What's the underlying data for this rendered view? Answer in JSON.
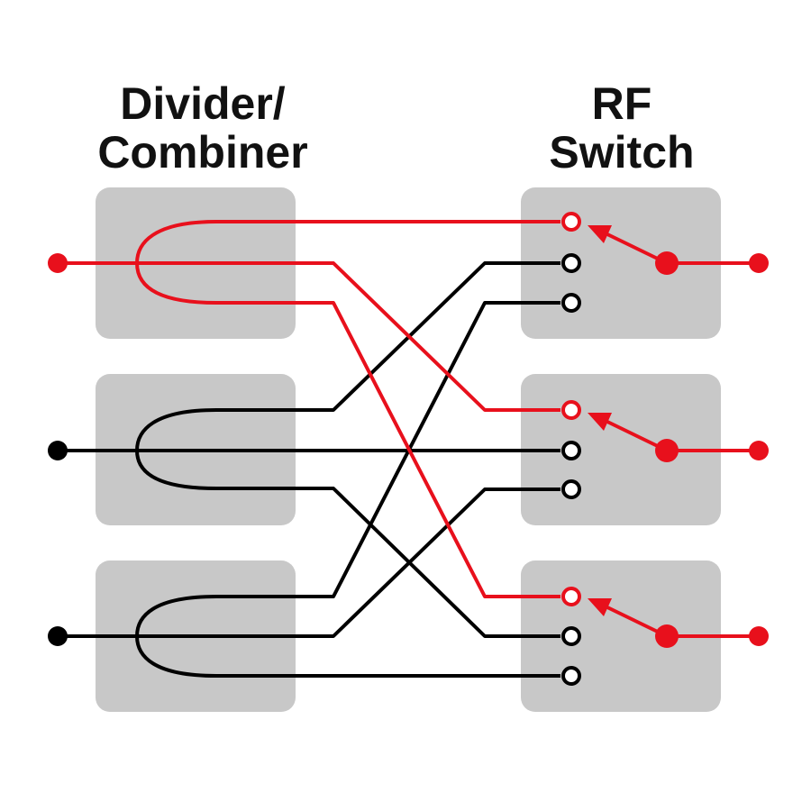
{
  "titles": {
    "divider_combiner": [
      "Divider/",
      "Combiner"
    ],
    "rf_switch": [
      "RF",
      "Switch"
    ]
  },
  "colors": {
    "active": "#e8101c",
    "inactive": "#000000",
    "box": "#c8c8c8",
    "background": "#ffffff"
  },
  "diagram": {
    "divider_count": 3,
    "switch_count": 3,
    "ports_per_switch": 3,
    "active_path": "divider-1 to port 1 of each switch",
    "connections": [
      {
        "from": "divider-1-out-1",
        "to": "switch-1-port-1",
        "active": true
      },
      {
        "from": "divider-1-out-2",
        "to": "switch-2-port-1",
        "active": true
      },
      {
        "from": "divider-1-out-3",
        "to": "switch-3-port-1",
        "active": true
      },
      {
        "from": "divider-2-out-1",
        "to": "switch-1-port-2",
        "active": false
      },
      {
        "from": "divider-2-out-2",
        "to": "switch-2-port-2",
        "active": false
      },
      {
        "from": "divider-2-out-3",
        "to": "switch-3-port-2",
        "active": false
      },
      {
        "from": "divider-3-out-1",
        "to": "switch-1-port-3",
        "active": false
      },
      {
        "from": "divider-3-out-2",
        "to": "switch-2-port-3",
        "active": false
      },
      {
        "from": "divider-3-out-3",
        "to": "switch-3-port-3",
        "active": false
      }
    ],
    "switch_positions": [
      1,
      1,
      1
    ]
  }
}
